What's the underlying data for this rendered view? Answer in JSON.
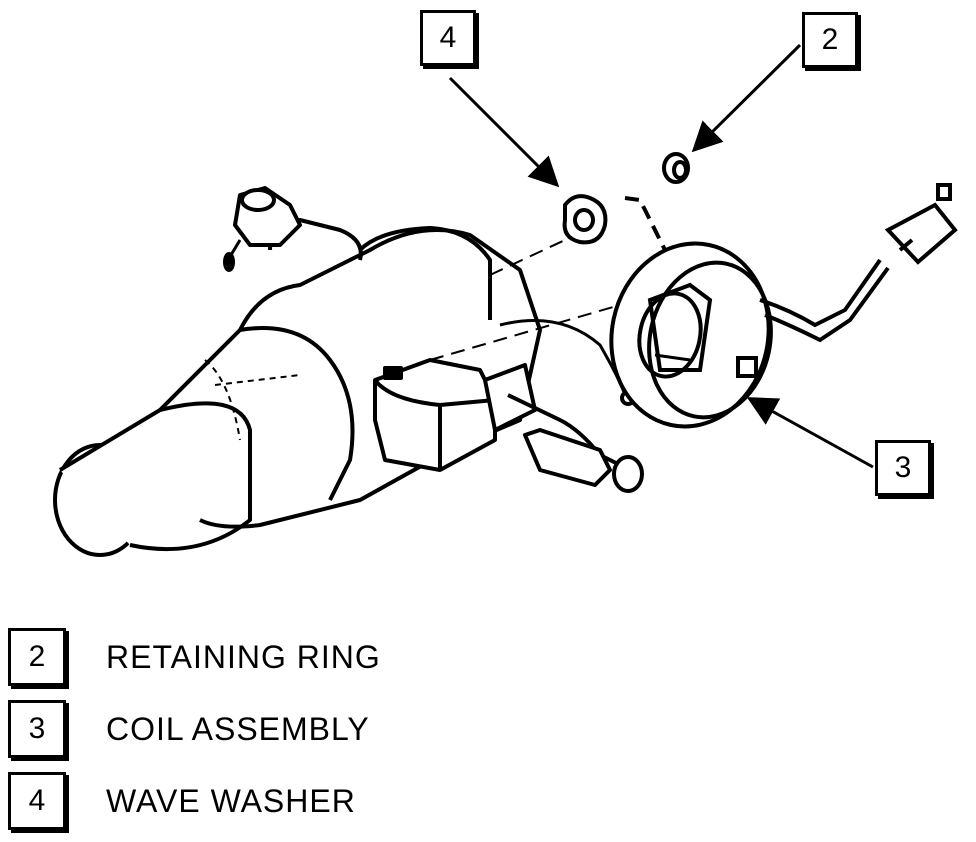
{
  "callouts": {
    "washer": "4",
    "ring": "2",
    "coil": "3"
  },
  "legend": [
    {
      "number": "2",
      "label": "RETAINING RING"
    },
    {
      "number": "3",
      "label": "COIL ASSEMBLY"
    },
    {
      "number": "4",
      "label": "WAVE WASHER"
    }
  ]
}
